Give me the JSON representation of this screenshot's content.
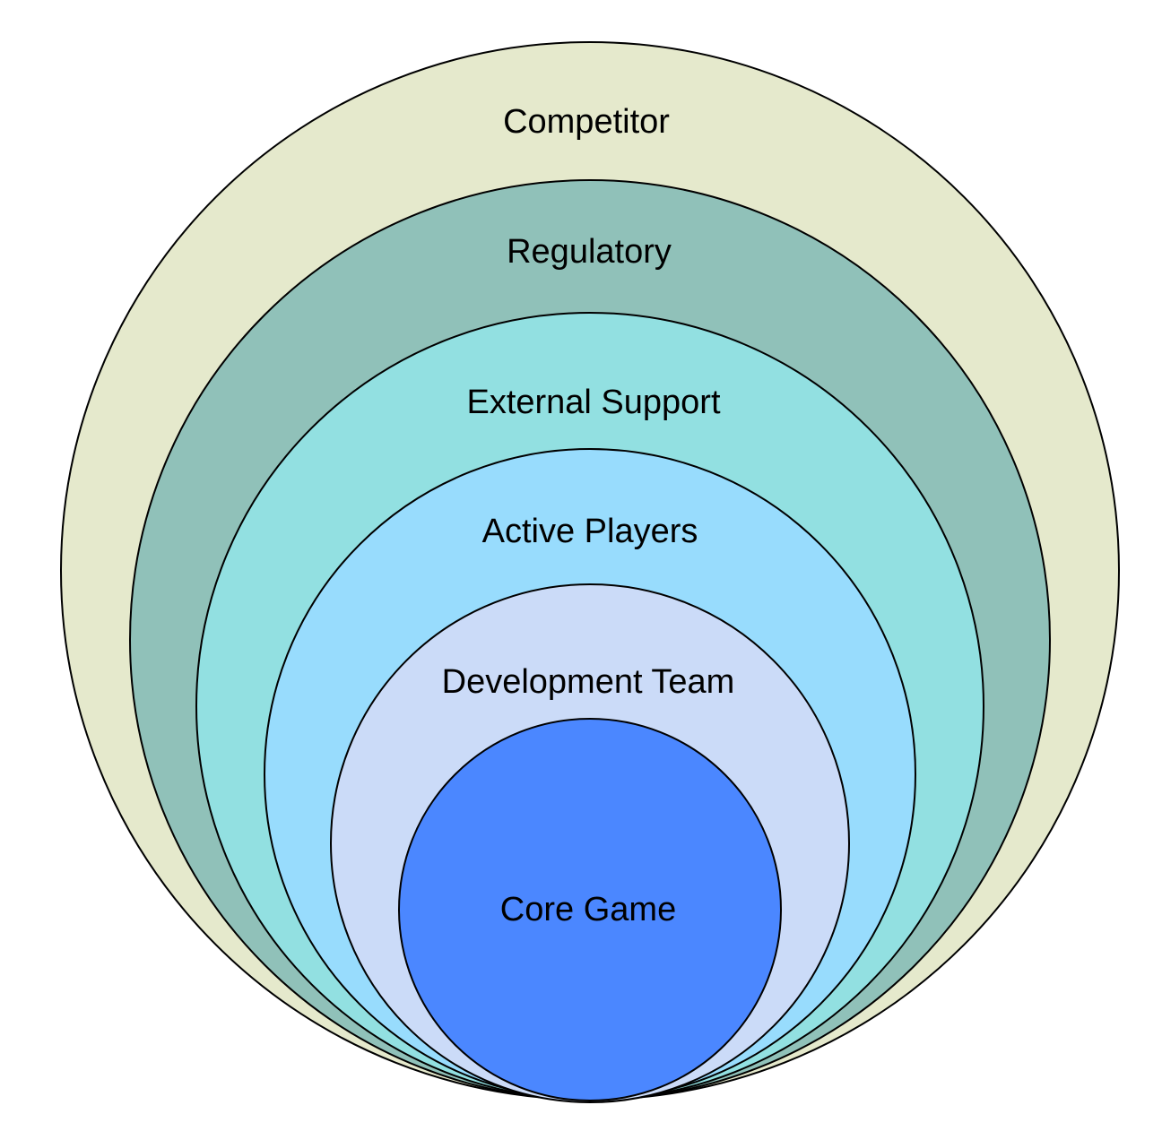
{
  "diagram": {
    "rings": [
      {
        "label": "Competitor",
        "color": "#e5e9cc"
      },
      {
        "label": "Regulatory",
        "color": "#90c1b9"
      },
      {
        "label": "External Support",
        "color": "#92e0e1"
      },
      {
        "label": "Active Players",
        "color": "#98dcfd"
      },
      {
        "label": "Development Team",
        "color": "#cbdbf8"
      },
      {
        "label": "Core Game",
        "color": "#4b87ff"
      }
    ]
  }
}
